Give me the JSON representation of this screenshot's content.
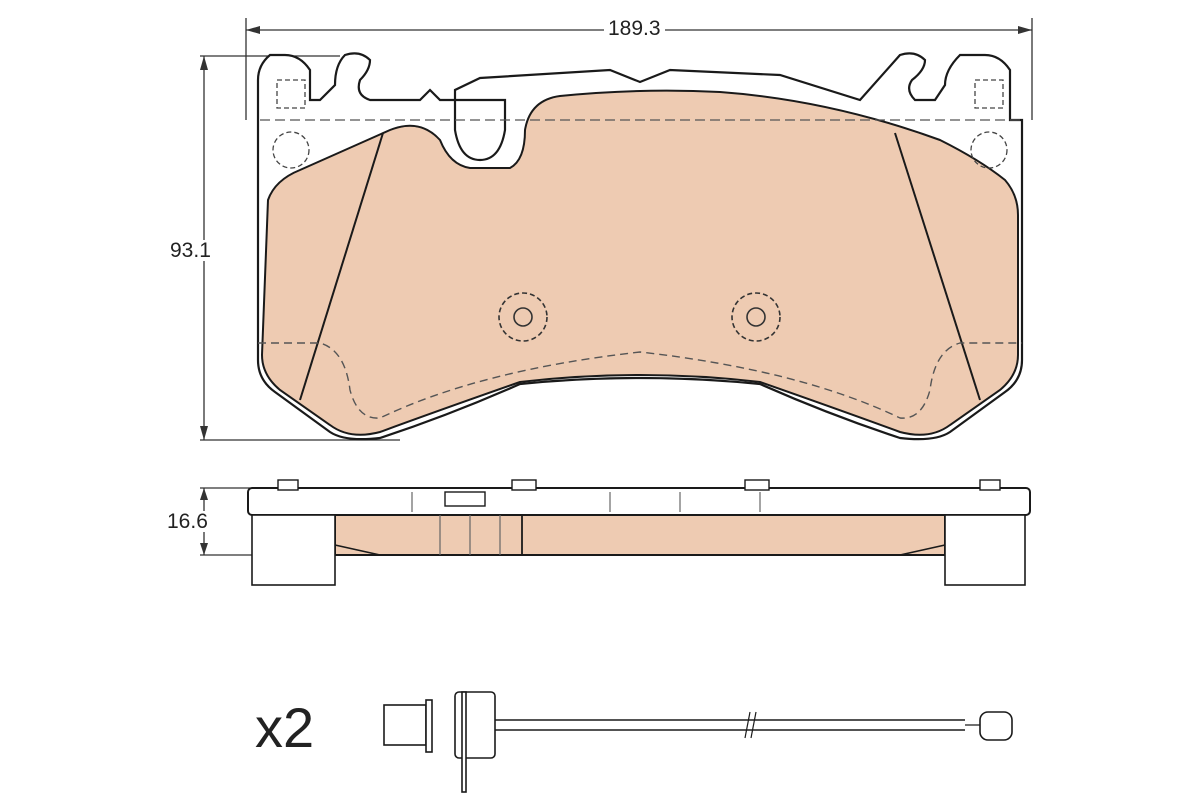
{
  "drawing": {
    "title": "Brake pad set technical drawing",
    "dimensions": {
      "width": "189.3",
      "height": "93.1",
      "thickness": "16.6"
    },
    "wear_sensor": {
      "quantity_label": "x2"
    },
    "colors": {
      "friction_material": "#EECBB2",
      "outline": "#1a1a1a",
      "hidden_line": "#555555",
      "dimension_line": "#333333",
      "background": "#FFFFFF"
    },
    "views": [
      "front-view",
      "side-view",
      "wear-sensor"
    ]
  }
}
